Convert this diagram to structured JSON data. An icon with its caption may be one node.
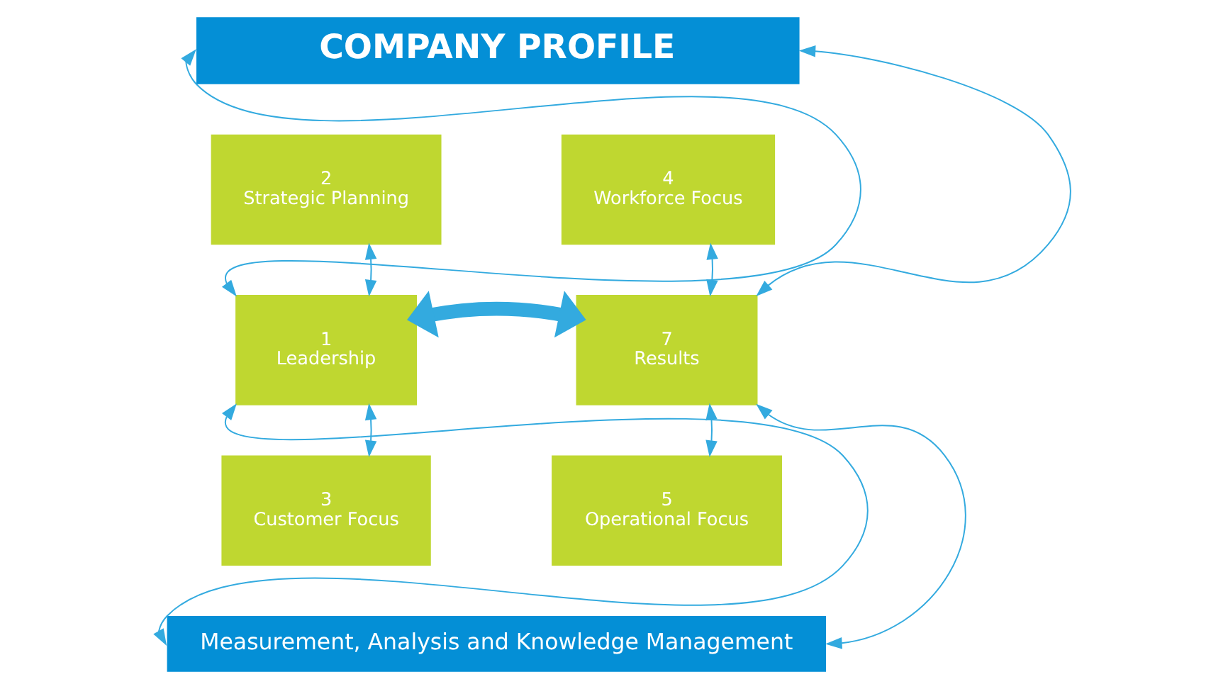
{
  "diagram": {
    "nodes": [
      {
        "text": [
          "COMPANY PROFILE"
        ]
      },
      {
        "text": [
          "2",
          "Strategic Planning"
        ]
      },
      {
        "text": [
          "4",
          "Workforce Focus"
        ]
      },
      {
        "text": [
          "1",
          "Leadership"
        ]
      },
      {
        "text": [
          "7",
          "Results"
        ]
      },
      {
        "text": [
          "3",
          "Customer Focus"
        ]
      },
      {
        "text": [
          "5",
          "Operational Focus"
        ]
      },
      {
        "text": [
          "Measurement, Analysis and Knowledge Management"
        ]
      }
    ],
    "edges": [
      {
        "from": 0,
        "to": 3,
        "arrow": "both"
      },
      {
        "from": 4,
        "to": 0,
        "arrow": "both"
      },
      {
        "from": 3,
        "to": 7,
        "arrow": "both"
      },
      {
        "from": 4,
        "to": 7,
        "arrow": "both"
      },
      {
        "from": 3,
        "to": 1,
        "arrow": "both"
      },
      {
        "from": 3,
        "to": 5,
        "arrow": "both"
      },
      {
        "from": 2,
        "to": 4,
        "arrow": "both"
      },
      {
        "from": 6,
        "to": 4,
        "arrow": "both"
      },
      {
        "from": 3,
        "to": 4,
        "arrow": "both",
        "style": "thick"
      }
    ]
  }
}
